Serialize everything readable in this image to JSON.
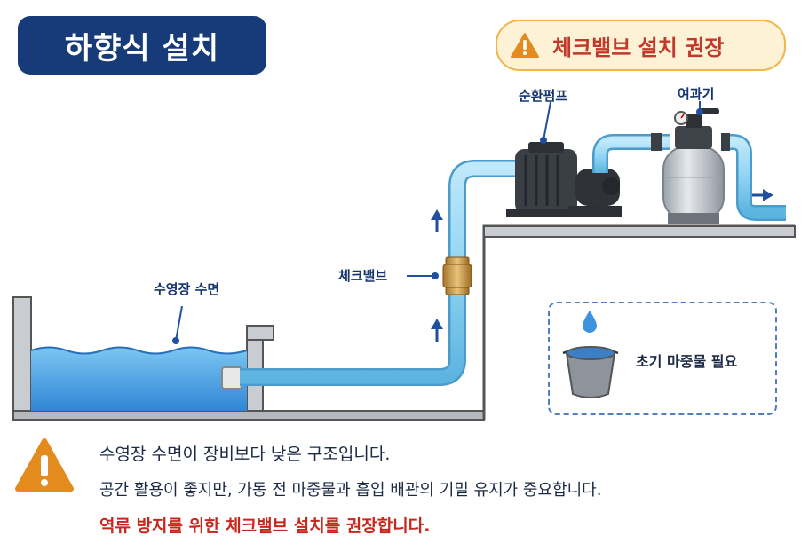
{
  "title": "하향식 설치",
  "warning_badge": "체크밸브 설치 권장",
  "labels": {
    "pump": "순환펌프",
    "filter": "여과기",
    "check_valve": "체크밸브",
    "pool_surface": "수영장 수면"
  },
  "info_box": {
    "text": "초기 마중물 필요",
    "icon": "bucket-with-water-drop-icon"
  },
  "notes": [
    "수영장 수면이 장비보다 낮은 구조입니다.",
    "공간 활용이 좋지만, 가동 전 마중물과 흡입 배관의 기밀 유지가 중요합니다.",
    "역류 방지를 위한 체크밸브 설치를 권장합니다."
  ],
  "colors": {
    "title_bg": "#173a78",
    "warning_orange": "#e38b1d",
    "warning_text": "#c0392b",
    "pipe_blue": "#8fd3f2",
    "water_blue": "#4aa6e6",
    "arrow_blue": "#1f4f9e"
  }
}
